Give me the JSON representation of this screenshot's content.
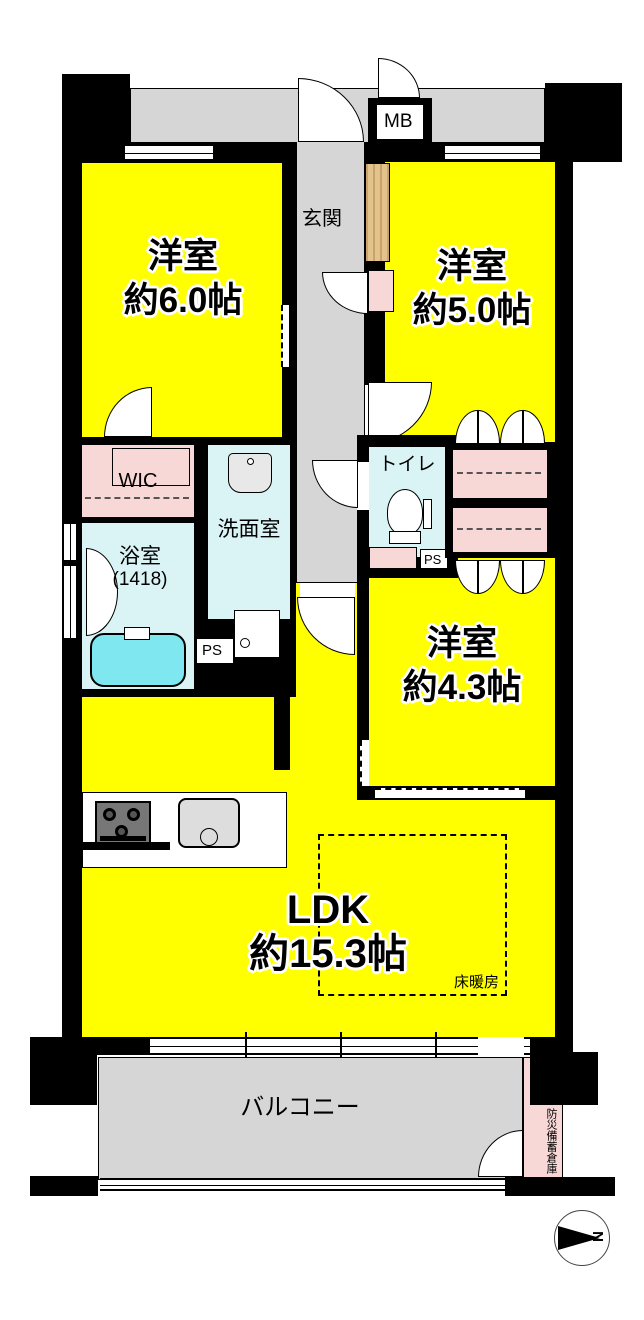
{
  "floorplan": {
    "rooms": {
      "bedroom1": {
        "name": "洋室",
        "size": "約6.0帖"
      },
      "bedroom2": {
        "name": "洋室",
        "size": "約5.0帖"
      },
      "bedroom3": {
        "name": "洋室",
        "size": "約4.3帖"
      },
      "ldk": {
        "name": "LDK",
        "size": "約15.3帖"
      },
      "entrance": {
        "name": "玄関"
      },
      "washroom": {
        "name": "洗面室"
      },
      "bathroom": {
        "name": "浴室",
        "size": "(1418)"
      },
      "toilet": {
        "name": "トイレ"
      },
      "wic": {
        "name": "WIC"
      },
      "balcony": {
        "name": "バルコニー"
      },
      "disaster_storage": {
        "name": "防災備蓄倉庫"
      }
    },
    "labels": {
      "meter_box": "MB",
      "pipe_space": "PS",
      "floor_heating": "床暖房",
      "compass_north": "N"
    },
    "colors": {
      "room_yellow": "#ffff00",
      "corridor_gray": "#d6d6d6",
      "wet_area_cyan": "#daf4f6",
      "closet_pink": "#f7d8d6",
      "bathtub_cyan": "#7fe7ef",
      "wood_tan": "#d9b87e",
      "wall_black": "#000000"
    }
  }
}
